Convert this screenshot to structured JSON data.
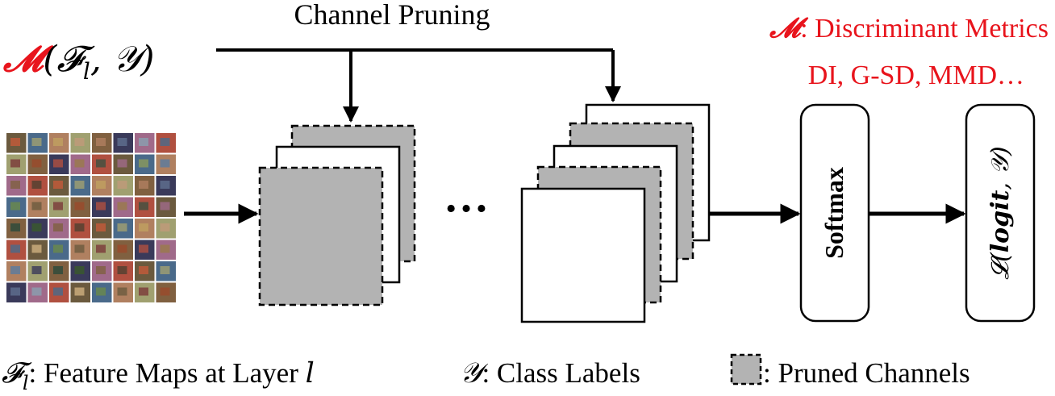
{
  "title": "Channel Pruning",
  "input_expression": {
    "metric_symbol": "𝓜",
    "args": "(𝓕",
    "sub": "l",
    "rest": ", 𝒴)"
  },
  "metrics_note": {
    "symbol": "𝓜",
    "line1": ": Discriminant Metrics",
    "line2": "DI, G-SD, MMD…"
  },
  "ellipsis": "…",
  "softmax_label": "Softmax",
  "loss_label": {
    "prefix": "𝓛(",
    "logit": "logit",
    "suffix": ", 𝒴)"
  },
  "legend": {
    "feature_symbol": "𝓕",
    "feature_sub": "l",
    "feature_text": ": Feature Maps at Layer ",
    "feature_layer": "l",
    "label_symbol": "𝒴",
    "label_text": ": Class Labels",
    "pruned_text": ": Pruned Channels"
  },
  "colors": {
    "accent_red": "#e8141c",
    "pruned_fill": "#b3b3b3",
    "stroke": "#000000"
  },
  "thumbnail_colors": [
    "#6b5a3e",
    "#8a9a5b",
    "#c45a3a",
    "#4a6a8a",
    "#9a7a4a",
    "#3a5a2a",
    "#b08060",
    "#7a3a3a",
    "#5a7aa0",
    "#a0a070",
    "#d0b080",
    "#405040",
    "#806040",
    "#607090",
    "#9a4a2a",
    "#3a3a5a",
    "#c0a060",
    "#6a8a4a",
    "#a06a8a",
    "#504030",
    "#8aa0b0",
    "#b05040",
    "#2a4a3a",
    "#c09a7a"
  ]
}
